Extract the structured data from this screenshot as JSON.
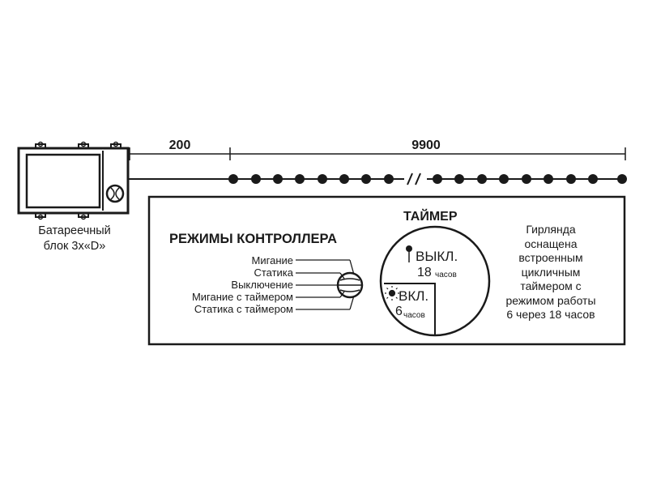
{
  "dimensions": {
    "lead": "200",
    "garland": "9900"
  },
  "battery": {
    "line1": "Батареечный",
    "line2": "блок 3х«D»"
  },
  "modes": {
    "title": "РЕЖИМЫ КОНТРОЛЛЕРА",
    "items": [
      "Мигание",
      "Статика",
      "Выключение",
      "Мигание с таймером",
      "Статика с таймером"
    ]
  },
  "timer": {
    "title": "ТАЙМЕР",
    "off_label": "ВЫКЛ.",
    "off_hours": "18",
    "on_label": "ВКЛ.",
    "on_hours": "6",
    "hours_unit": "часов"
  },
  "description": {
    "lines": [
      "Гирлянда",
      "оснащена",
      "встроенным",
      "цикличным",
      "таймером с",
      "режимом работы",
      "6 через 18 часов"
    ]
  },
  "colors": {
    "ink": "#1a1a1a",
    "background": "#ffffff"
  }
}
